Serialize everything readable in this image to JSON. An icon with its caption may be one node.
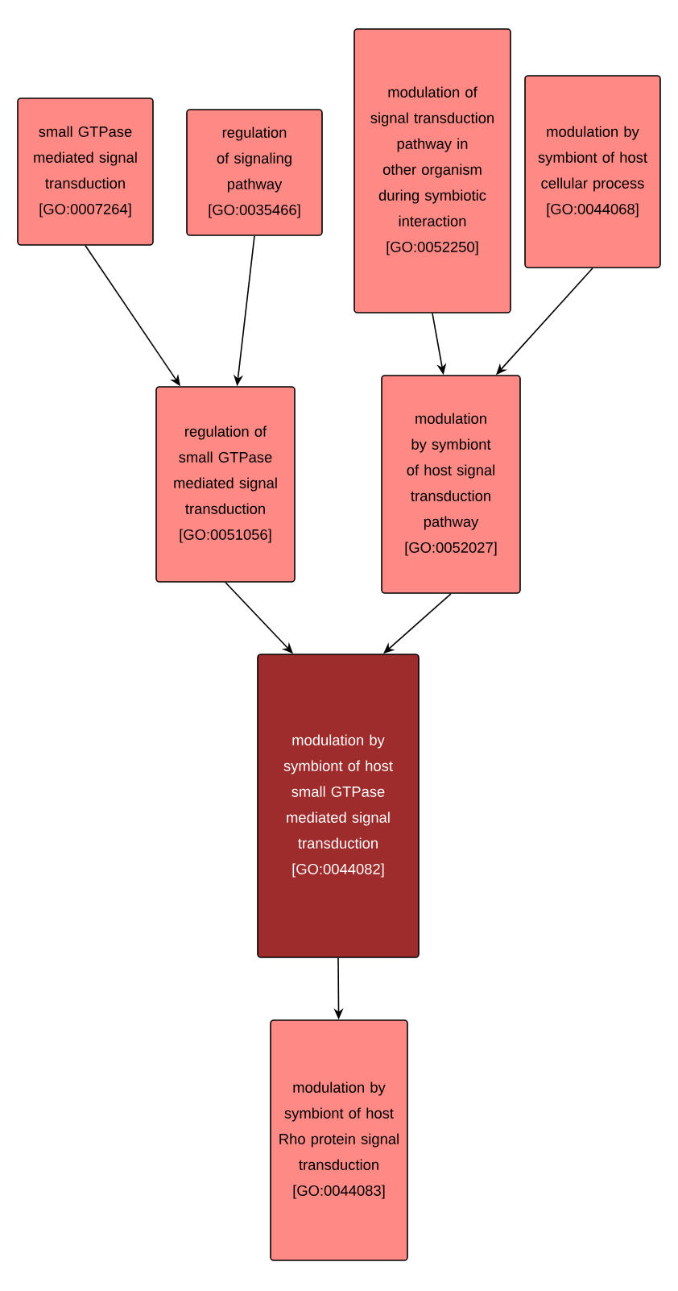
{
  "diagram": {
    "nodes": [
      {
        "text": [
          "small GTPase mediated signal transduction [GO:0007264]"
        ]
      },
      {
        "text": [
          "regulation of signaling pathway [GO:0035466]"
        ]
      },
      {
        "text": [
          "modulation of signal transduction pathway in other organism during symbiotic interaction [GO:0052250]"
        ]
      },
      {
        "text": [
          "modulation by symbiont of host cellular process [GO:0044068]"
        ]
      },
      {
        "text": [
          "regulation of small GTPase mediated signal transduction [GO:0051056]"
        ]
      },
      {
        "text": [
          "modulation by symbiont of host signal transduction pathway [GO:0052027]"
        ]
      },
      {
        "text": [
          "modulation by symbiont of host small GTPase mediated signal transduction [GO:0044082]"
        ]
      },
      {
        "text": [
          "modulation by symbiont of host Rho protein signal transduction [GO:0044083]"
        ]
      }
    ],
    "edges": [
      {
        "from": 0,
        "to": 4,
        "arrow": "to"
      },
      {
        "from": 1,
        "to": 4,
        "arrow": "to"
      },
      {
        "from": 2,
        "to": 5,
        "arrow": "to"
      },
      {
        "from": 3,
        "to": 5,
        "arrow": "to"
      },
      {
        "from": 4,
        "to": 6,
        "arrow": "to"
      },
      {
        "from": 5,
        "to": 6,
        "arrow": "to"
      },
      {
        "from": 6,
        "to": 7,
        "arrow": "to"
      }
    ]
  }
}
